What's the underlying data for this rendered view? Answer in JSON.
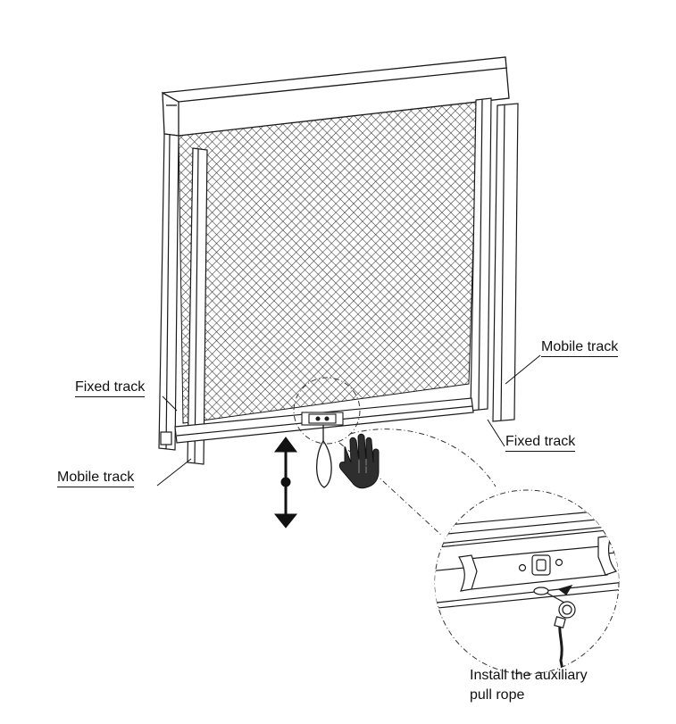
{
  "labels": {
    "fixed_track_left": "Fixed track",
    "mobile_track_left": "Mobile track",
    "mobile_track_right": "Mobile track",
    "fixed_track_right": "Fixed track",
    "detail_caption_line1": "Install the auxiliary",
    "detail_caption_line2": "pull rope"
  },
  "icons": {
    "arrow": "double-headed-vertical-arrow",
    "hand": "hand-pull-icon"
  },
  "colors": {
    "line": "#1a1a1a",
    "mesh": "#3a3a3a",
    "hand": "#2a2a2a"
  }
}
